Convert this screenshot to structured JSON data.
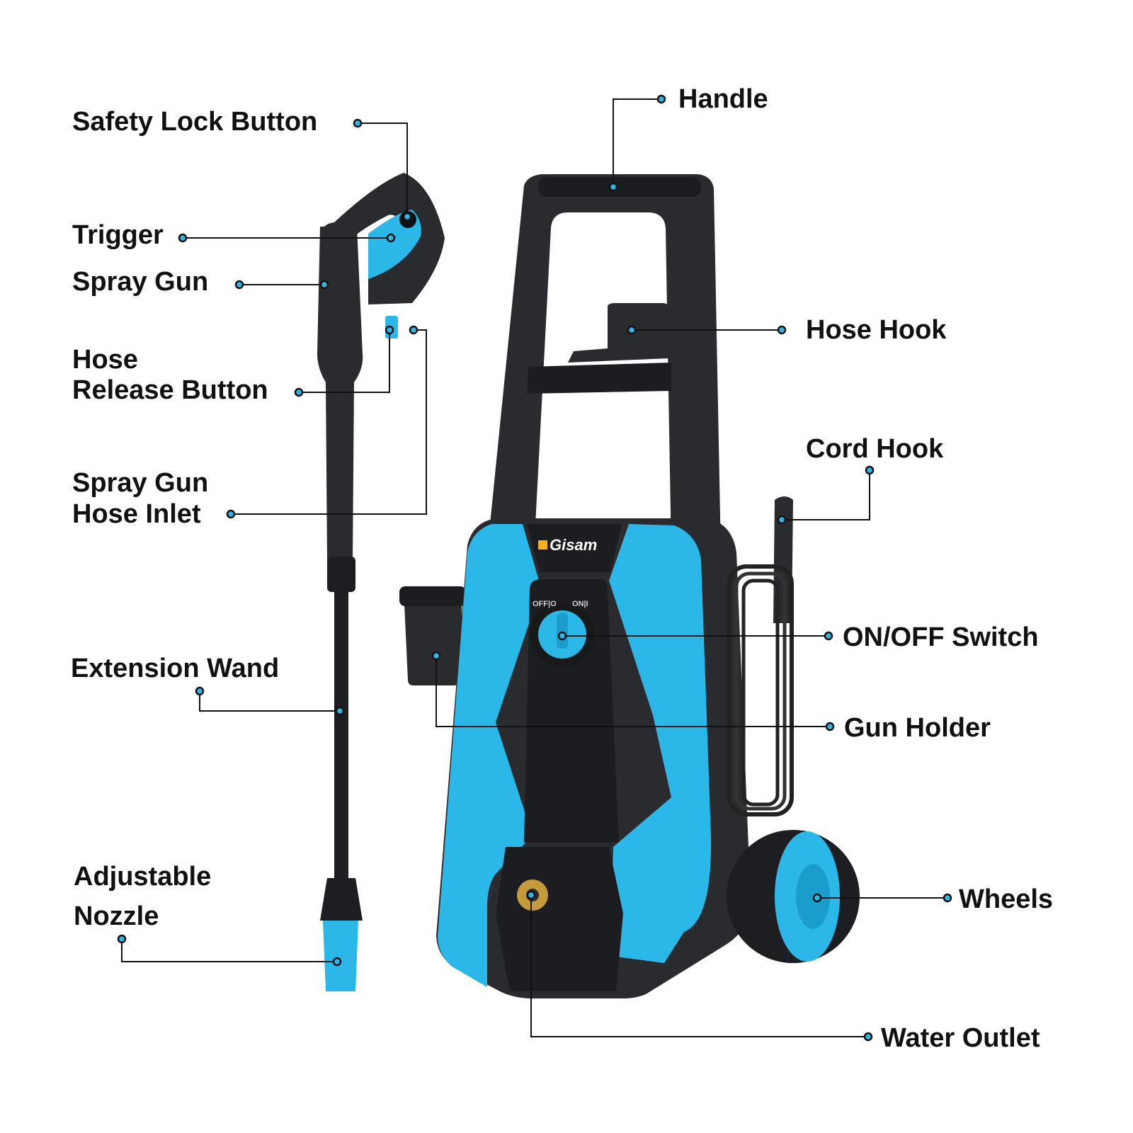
{
  "brand": "Gisam",
  "switch_text": {
    "off": "OFF|O",
    "on": "ON|I"
  },
  "colors": {
    "accent": "#2bb8e8",
    "body": "#2a2b2e",
    "line": "#111111"
  },
  "labels": {
    "safety_lock_button": "Safety Lock Button",
    "trigger": "Trigger",
    "spray_gun": "Spray Gun",
    "hose_release_button_1": "Hose",
    "hose_release_button_2": "Release Button",
    "spray_gun_hose_inlet_1": "Spray Gun",
    "spray_gun_hose_inlet_2": "Hose Inlet",
    "extension_wand": "Extension Wand",
    "adjustable_nozzle_1": "Adjustable",
    "adjustable_nozzle_2": "Nozzle",
    "handle": "Handle",
    "hose_hook": "Hose Hook",
    "cord_hook": "Cord Hook",
    "on_off_switch": "ON/OFF Switch",
    "gun_holder": "Gun Holder",
    "wheels": "Wheels",
    "water_outlet": "Water Outlet"
  }
}
